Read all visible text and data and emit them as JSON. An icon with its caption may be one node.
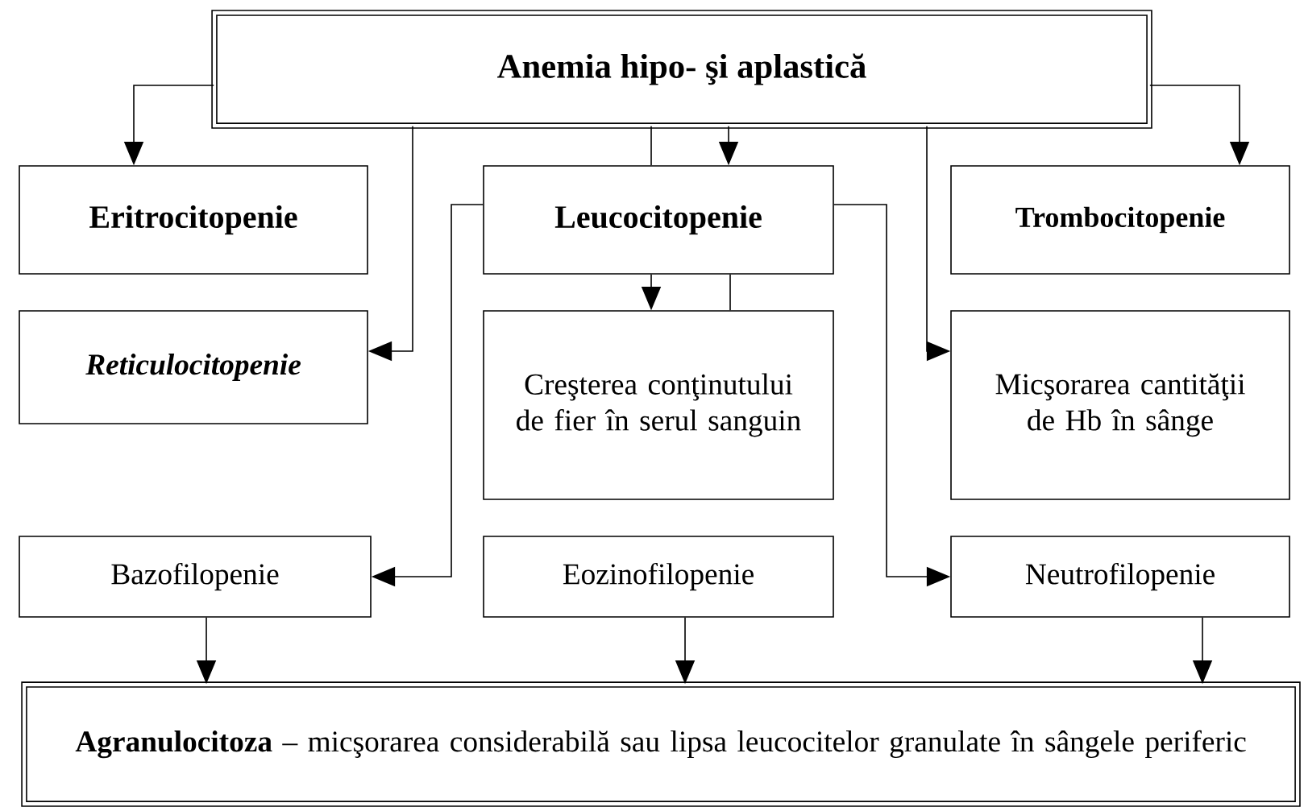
{
  "diagram": {
    "nodes": [
      {
        "text": [
          "Anemia hipo- şi aplastică"
        ]
      },
      {
        "text": [
          "Eritrocitopenie"
        ]
      },
      {
        "text": [
          "Leucocitopenie"
        ]
      },
      {
        "text": [
          "Trombocitopenie"
        ]
      },
      {
        "text": [
          "Reticulocitopenie"
        ]
      },
      {
        "text": [
          "Creşterea conţinutului de fier în serul sanguin"
        ]
      },
      {
        "text": [
          "Micşorarea cantităţii de Hb în sânge"
        ]
      },
      {
        "text": [
          "Bazofilopenie"
        ]
      },
      {
        "text": [
          "Eozinofilopenie"
        ]
      },
      {
        "text": [
          "Neutrofilopenie"
        ]
      },
      {
        "text": [
          "**Agranulocitoza** – micşorarea considerabilă sau lipsa leucocitelor granulate în sângele periferic"
        ]
      }
    ],
    "edges": [
      {
        "from": 0,
        "to": 1,
        "arrow": "to"
      },
      {
        "from": 0,
        "to": 2,
        "arrow": "none"
      },
      {
        "from": 0,
        "to": 2,
        "arrow": "to"
      },
      {
        "from": 0,
        "to": 3,
        "arrow": "to"
      },
      {
        "from": 0,
        "to": 4,
        "arrow": "to"
      },
      {
        "from": 0,
        "to": 6,
        "arrow": "to"
      },
      {
        "from": 2,
        "to": 5,
        "arrow": "to"
      },
      {
        "from": 2,
        "to": 5,
        "arrow": "none"
      },
      {
        "from": 2,
        "to": 7,
        "arrow": "to"
      },
      {
        "from": 2,
        "to": 9,
        "arrow": "to"
      },
      {
        "from": 7,
        "to": 10,
        "arrow": "to"
      },
      {
        "from": 8,
        "to": 10,
        "arrow": "to"
      },
      {
        "from": 9,
        "to": 10,
        "arrow": "to"
      }
    ]
  }
}
